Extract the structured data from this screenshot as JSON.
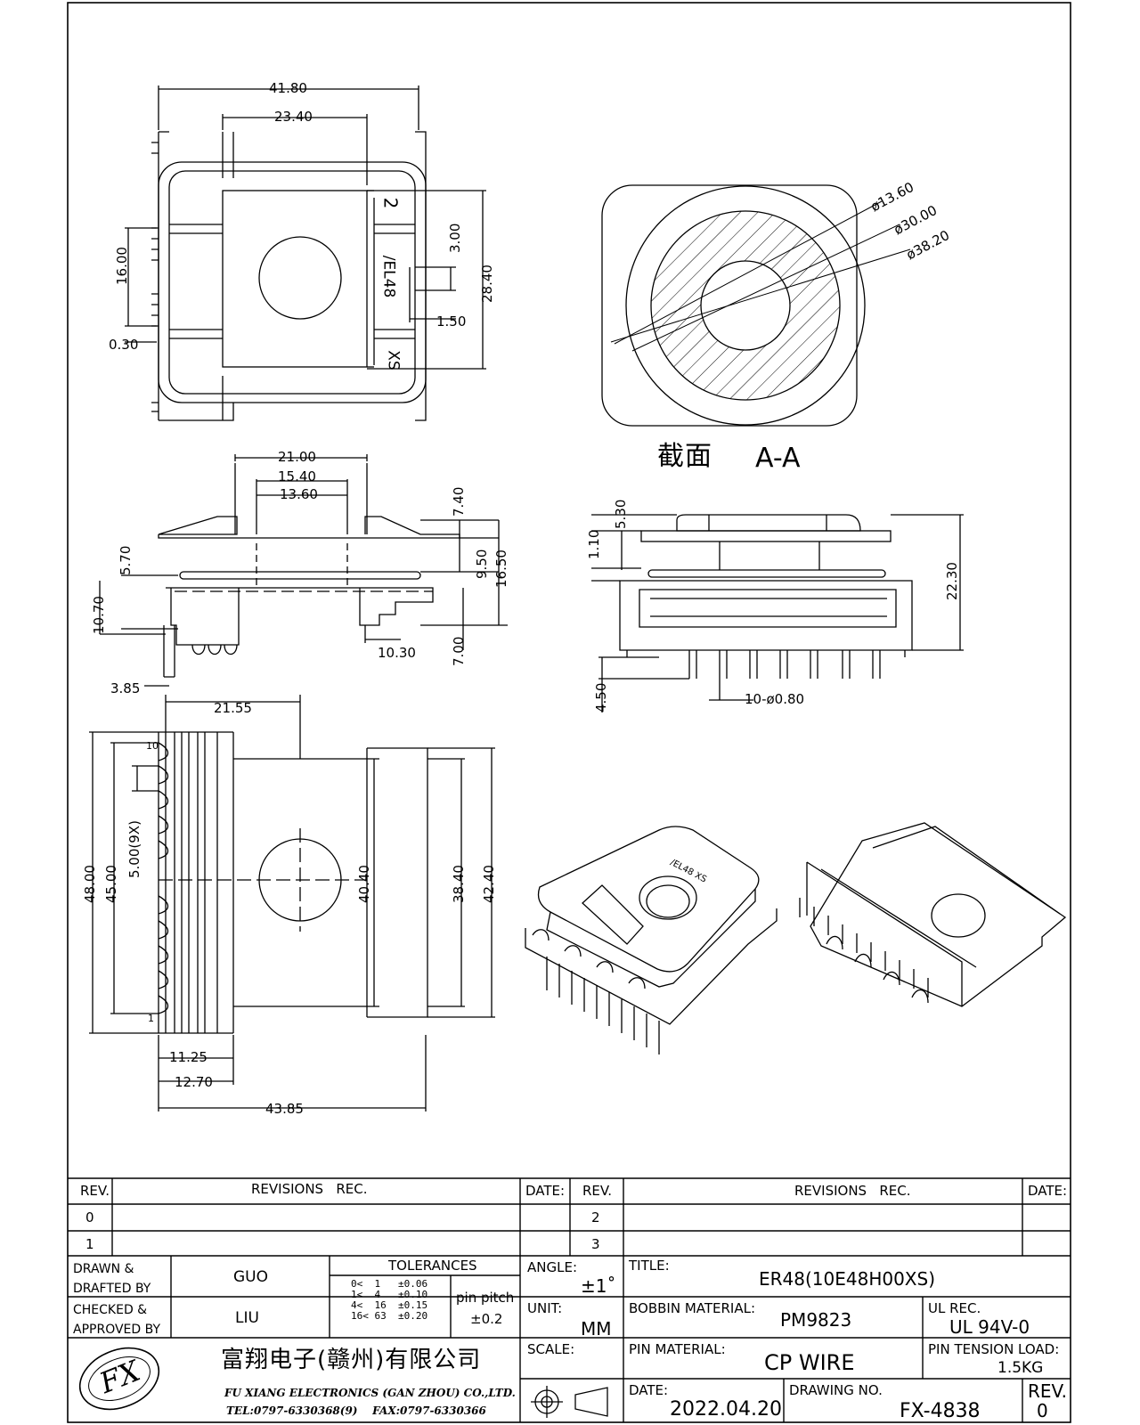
{
  "dimensions": {
    "top_view": {
      "width_overall": "41.80",
      "width_inner": "23.40",
      "pin_span": "16.00",
      "offset": "0.30",
      "depth": "28.40",
      "slot_w": "3.00",
      "slot_h": "1.50"
    },
    "top_view_marks": [
      "2",
      "/EL48",
      "XS"
    ],
    "front_view": {
      "flange_w": "21.00",
      "core_w": "15.40",
      "bore": "13.60",
      "top_h": "7.40",
      "mid_h": "9.50",
      "total_h": "16.50",
      "ledge": "5.70",
      "base_h": "10.70",
      "base_depth": "7.00",
      "pin_offset": "10.30",
      "pin_len": "3.85"
    },
    "side_view": {
      "top_gap": "5.30",
      "flange_t": "1.10",
      "height": "22.30",
      "pin_len": "4.50",
      "pins": "10-ø0.80"
    },
    "section": {
      "d1": "ø13.60",
      "d2": "ø30.00",
      "d3": "ø38.20",
      "label_cn": "截面",
      "label": "A-A"
    },
    "bottom_view": {
      "half_w": "21.55",
      "pitch": "5.00(9X)",
      "h_overall": "48.00",
      "h_pins": "45.00",
      "inner_h1": "40.40",
      "inner_h2": "38.40",
      "outer_h": "42.40",
      "d1": "11.25",
      "d2": "12.70",
      "width": "43.85",
      "pin_first": "1",
      "pin_last": "10"
    }
  },
  "title_block": {
    "rev_header": "REV.",
    "revisions_header": "REVISIONS   REC.",
    "date_header": "DATE:",
    "revs_left": [
      "0",
      "1"
    ],
    "revs_right": [
      "2",
      "3"
    ],
    "drawn_label": "DRAWN &\nDRAFTED BY",
    "drawn_by": "GUO",
    "checked_label": "CHECKED &\nAPPROVED BY",
    "checked_by": "LIU",
    "tolerances_label": "TOLERANCES",
    "tolerances": "0<  1   ±0.06\n1<  4   ±0.10\n4<  16  ±0.15\n16< 63  ±0.20",
    "pin_pitch_label": "pin pitch",
    "pin_pitch": "±0.2",
    "angle_label": "ANGLE:",
    "angle": "±1˚",
    "unit_label": "UNIT:",
    "unit": "MM",
    "scale_label": "SCALE:",
    "title_label": "TITLE:",
    "title": "ER48(10E48H00XS)",
    "bobbin_label": "BOBBIN MATERIAL:",
    "bobbin": "PM9823",
    "ul_label": "UL REC.",
    "ul": "UL 94V-0",
    "pin_label": "PIN MATERIAL:",
    "pin_material": "CP WIRE",
    "tension_label": "PIN TENSION LOAD:",
    "tension": "1.5KG",
    "date_label": "DATE:",
    "date": "2022.04.20",
    "drawing_label": "DRAWING NO.",
    "drawing_no": "FX-4838",
    "rev_label": "REV.",
    "rev": "0",
    "company_cn": "富翔电子(赣州)有限公司",
    "company_en": "FU XIANG ELECTRONICS (GAN ZHOU) CO.,LTD.",
    "company_tel": "TEL:0797-6330368(9)    FAX:0797-6330366",
    "logo_text": "FX"
  },
  "colors": {
    "line": "#000000",
    "paper": "#ffffff"
  }
}
